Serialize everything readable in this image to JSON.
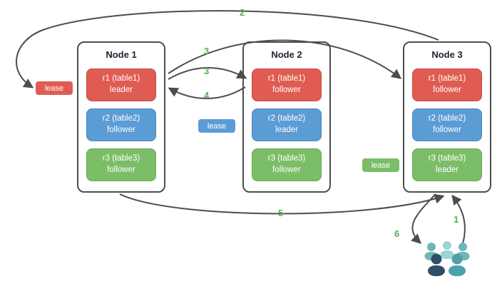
{
  "nodes": [
    {
      "title": "Node 1",
      "replicas": [
        {
          "name": "r1 (table1)",
          "role": "leader"
        },
        {
          "name": "r2 (table2)",
          "role": "follower"
        },
        {
          "name": "r3 (table3)",
          "role": "follower"
        }
      ]
    },
    {
      "title": "Node 2",
      "replicas": [
        {
          "name": "r1 (table1)",
          "role": "follower"
        },
        {
          "name": "r2 (table2)",
          "role": "leader"
        },
        {
          "name": "r3 (table3)",
          "role": "follower"
        }
      ]
    },
    {
      "title": "Node 3",
      "replicas": [
        {
          "name": "r1 (table1)",
          "role": "follower"
        },
        {
          "name": "r2 (table2)",
          "role": "follower"
        },
        {
          "name": "r3 (table3)",
          "role": "leader"
        }
      ]
    }
  ],
  "leases": {
    "red": "lease",
    "blue": "lease",
    "green": "lease"
  },
  "step_labels": {
    "request": "1",
    "route_to_leaseholder": "2",
    "replicate_a": "3",
    "replicate_b": "3",
    "ack": "4",
    "respond_to_gateway": "5",
    "respond_to_client": "6"
  },
  "colors": {
    "replica_red": "#e05c52",
    "replica_blue": "#5b9cd5",
    "replica_green": "#7cbd68",
    "arrow": "#4d4d4d",
    "step_number_green": "#5fa957",
    "users_dark": "#2e4d66",
    "users_teal": "#4f9fae",
    "users_light_teal": "#9bd4d2"
  }
}
